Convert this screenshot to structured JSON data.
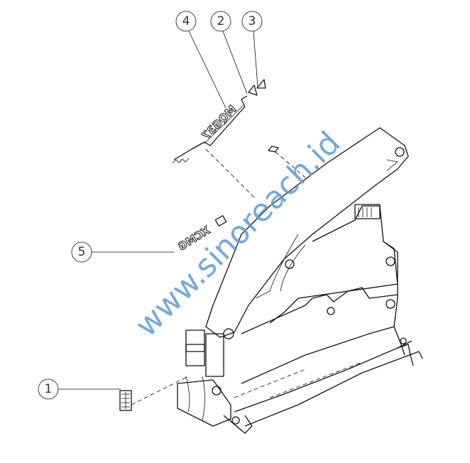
{
  "diagram": {
    "callouts": [
      {
        "id": "1",
        "label": "1"
      },
      {
        "id": "2",
        "label": "2"
      },
      {
        "id": "3",
        "label": "3"
      },
      {
        "id": "4",
        "label": "4"
      },
      {
        "id": "5",
        "label": "5"
      }
    ],
    "decals": {
      "model_label": "MQG37",
      "brand_label": "XCMG"
    },
    "watermark": "www.sinoreach.id",
    "colors": {
      "line": "#111111",
      "watermark": "#5b9bd5"
    }
  }
}
